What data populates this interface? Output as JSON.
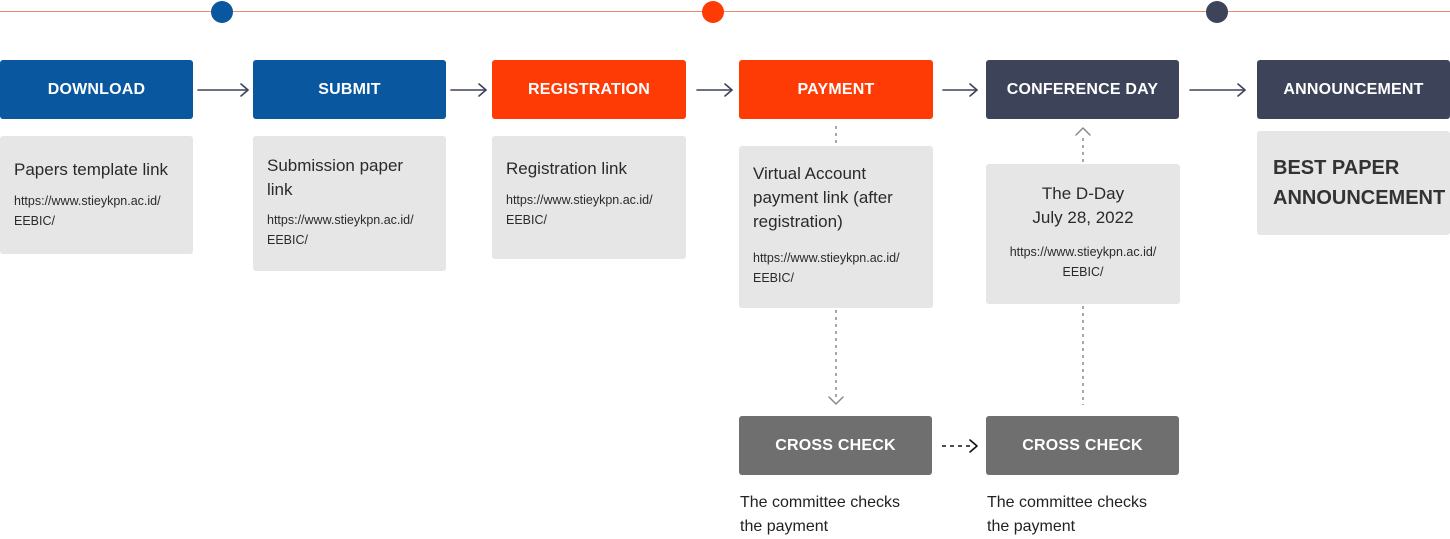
{
  "colors": {
    "blue": "#08579f",
    "orange": "#fe3a05",
    "slate": "#3d4459",
    "gray": "#6f6f6f",
    "card": "#e6e6e6",
    "timeline": "#ef8b6a"
  },
  "steps": [
    {
      "label": "DOWNLOAD"
    },
    {
      "label": "SUBMIT"
    },
    {
      "label": "REGISTRATION"
    },
    {
      "label": "PAYMENT"
    },
    {
      "label": "CONFERENCE DAY"
    },
    {
      "label": "ANNOUNCEMENT"
    }
  ],
  "cards": {
    "download": {
      "title": "Papers template link",
      "link_line1": "https://www.stieykpn.ac.id/",
      "link_line2": "EEBIC/"
    },
    "submit": {
      "title_line1": "Submission paper",
      "title_line2": "link",
      "link_line1": "https://www.stieykpn.ac.id/",
      "link_line2": "EEBIC/"
    },
    "registration": {
      "title": "Registration link",
      "link_line1": "https://www.stieykpn.ac.id/",
      "link_line2": "EEBIC/"
    },
    "payment": {
      "title_line1": "Virtual Account",
      "title_line2": "payment link (after",
      "title_line3": "registration)",
      "link_line1": "https://www.stieykpn.ac.id/",
      "link_line2": "EEBIC/"
    },
    "conference": {
      "title_line1": "The D-Day",
      "title_line2": "July 28, 2022",
      "link_line1": "https://www.stieykpn.ac.id/",
      "link_line2": "EEBIC/"
    },
    "announcement": {
      "title_line1": "BEST PAPER",
      "title_line2": "ANNOUNCEMENT"
    }
  },
  "cross_checks": [
    {
      "label": "CROSS CHECK",
      "note_line1": "The committee checks",
      "note_line2": "the payment"
    },
    {
      "label": "CROSS CHECK",
      "note_line1": "The committee checks",
      "note_line2": "the payment"
    }
  ]
}
